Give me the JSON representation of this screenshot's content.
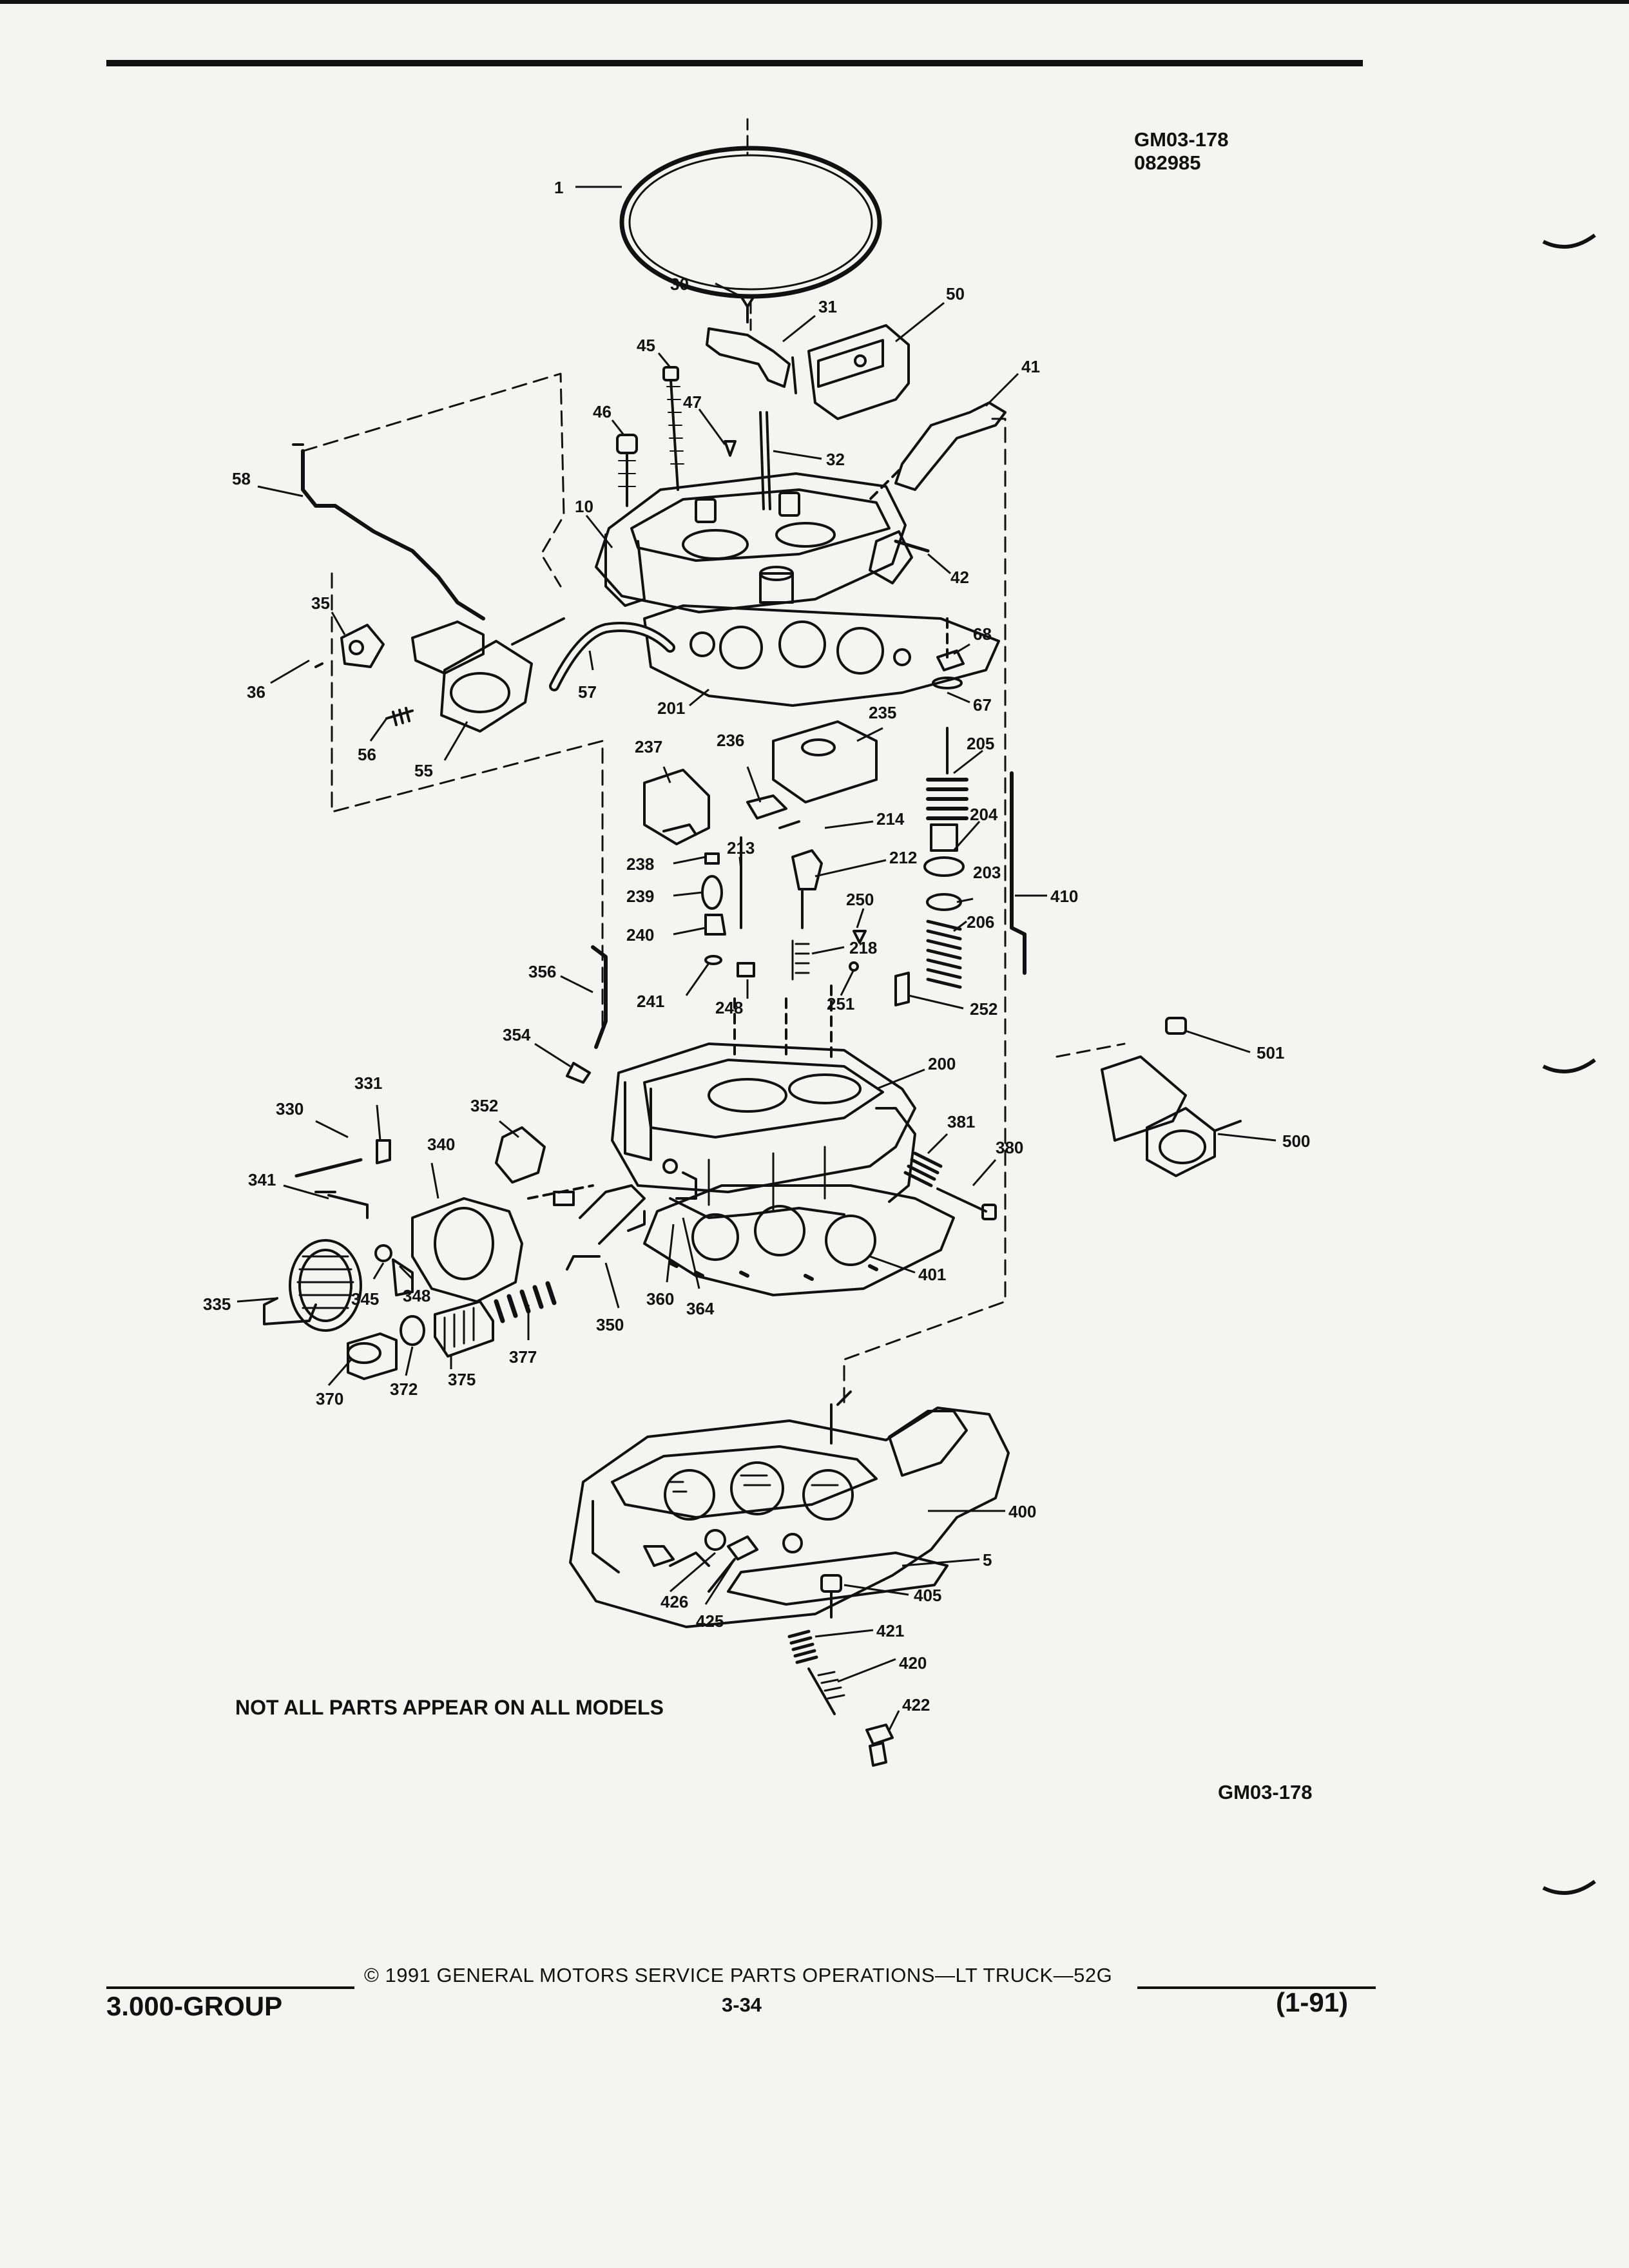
{
  "figure": {
    "id_code": "GM03-178",
    "date_code": "082985",
    "bottom_code": "GM03-178",
    "note": "NOT ALL PARTS APPEAR ON ALL MODELS",
    "callouts": [
      {
        "id": "c1",
        "label": "1"
      },
      {
        "id": "c30",
        "label": "30"
      },
      {
        "id": "c31",
        "label": "31"
      },
      {
        "id": "c50",
        "label": "50"
      },
      {
        "id": "c45",
        "label": "45"
      },
      {
        "id": "c41",
        "label": "41"
      },
      {
        "id": "c46",
        "label": "46"
      },
      {
        "id": "c47",
        "label": "47"
      },
      {
        "id": "c32",
        "label": "32"
      },
      {
        "id": "c58",
        "label": "58"
      },
      {
        "id": "c10",
        "label": "10"
      },
      {
        "id": "c42",
        "label": "42"
      },
      {
        "id": "c35",
        "label": "35"
      },
      {
        "id": "c68",
        "label": "68"
      },
      {
        "id": "c36",
        "label": "36"
      },
      {
        "id": "c57",
        "label": "57"
      },
      {
        "id": "c201",
        "label": "201"
      },
      {
        "id": "c67",
        "label": "67"
      },
      {
        "id": "c56",
        "label": "56"
      },
      {
        "id": "c235",
        "label": "235"
      },
      {
        "id": "c55",
        "label": "55"
      },
      {
        "id": "c237",
        "label": "237"
      },
      {
        "id": "c236",
        "label": "236"
      },
      {
        "id": "c205",
        "label": "205"
      },
      {
        "id": "c214",
        "label": "214"
      },
      {
        "id": "c204",
        "label": "204"
      },
      {
        "id": "c213",
        "label": "213"
      },
      {
        "id": "c238",
        "label": "238"
      },
      {
        "id": "c212",
        "label": "212"
      },
      {
        "id": "c203",
        "label": "203"
      },
      {
        "id": "c239",
        "label": "239"
      },
      {
        "id": "c250",
        "label": "250"
      },
      {
        "id": "c410",
        "label": "410"
      },
      {
        "id": "c206",
        "label": "206"
      },
      {
        "id": "c240",
        "label": "240"
      },
      {
        "id": "c218",
        "label": "218"
      },
      {
        "id": "c356",
        "label": "356"
      },
      {
        "id": "c241",
        "label": "241"
      },
      {
        "id": "c251",
        "label": "251"
      },
      {
        "id": "c248",
        "label": "248"
      },
      {
        "id": "c252",
        "label": "252"
      },
      {
        "id": "c354",
        "label": "354"
      },
      {
        "id": "c200",
        "label": "200"
      },
      {
        "id": "c501",
        "label": "501"
      },
      {
        "id": "c331",
        "label": "331"
      },
      {
        "id": "c330",
        "label": "330"
      },
      {
        "id": "c352",
        "label": "352"
      },
      {
        "id": "c381",
        "label": "381"
      },
      {
        "id": "c340",
        "label": "340"
      },
      {
        "id": "c380",
        "label": "380"
      },
      {
        "id": "c500",
        "label": "500"
      },
      {
        "id": "c341",
        "label": "341"
      },
      {
        "id": "c401",
        "label": "401"
      },
      {
        "id": "c335",
        "label": "335"
      },
      {
        "id": "c345",
        "label": "345"
      },
      {
        "id": "c348",
        "label": "348"
      },
      {
        "id": "c360",
        "label": "360"
      },
      {
        "id": "c364",
        "label": "364"
      },
      {
        "id": "c350",
        "label": "350"
      },
      {
        "id": "c377",
        "label": "377"
      },
      {
        "id": "c370",
        "label": "370"
      },
      {
        "id": "c372",
        "label": "372"
      },
      {
        "id": "c375",
        "label": "375"
      },
      {
        "id": "c400",
        "label": "400"
      },
      {
        "id": "c5",
        "label": "5"
      },
      {
        "id": "c405",
        "label": "405"
      },
      {
        "id": "c426",
        "label": "426"
      },
      {
        "id": "c425",
        "label": "425"
      },
      {
        "id": "c421",
        "label": "421"
      },
      {
        "id": "c420",
        "label": "420"
      },
      {
        "id": "c422",
        "label": "422"
      }
    ]
  },
  "footer": {
    "copyright": "© 1991 GENERAL MOTORS SERVICE PARTS OPERATIONS—LT TRUCK—52G",
    "page_number": "3-34",
    "group": "3.000-GROUP",
    "revision": "(1-91)"
  }
}
